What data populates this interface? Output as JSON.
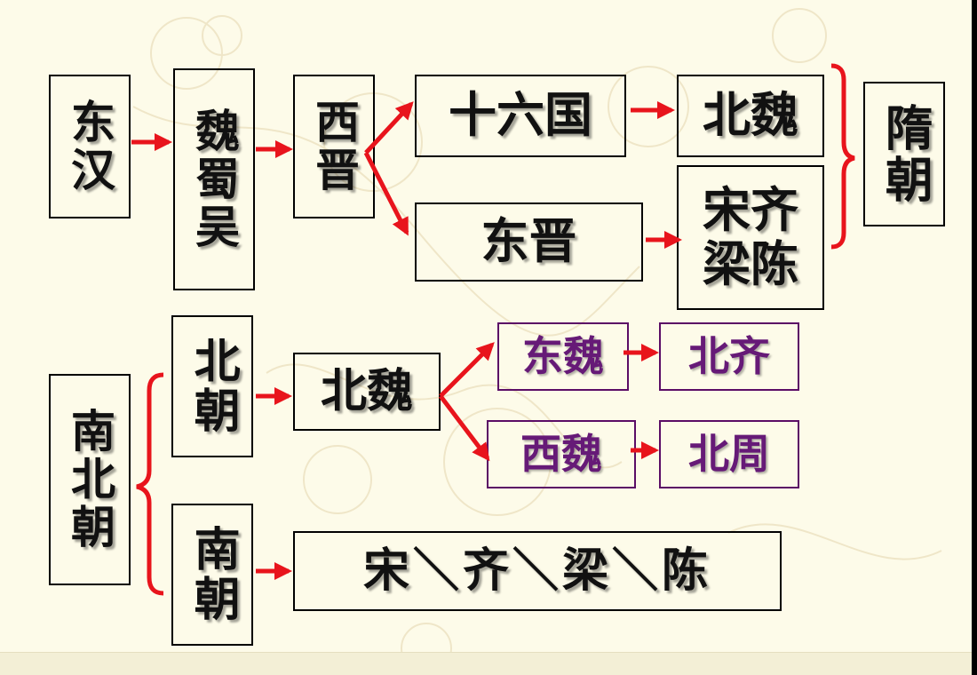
{
  "colors": {
    "background": "#fdfbe9",
    "arrow": "#e8141c",
    "box_border": "#000000",
    "purple": "#661a77"
  },
  "top": {
    "donghan": "东汉",
    "wei_shu_wu": "魏蜀吴",
    "xijin": "西晋",
    "shiliuguo": "十六国",
    "dongjin": "东晋",
    "beiwei": "北魏",
    "song_qi_liang_chen": "宋齐\n梁陈",
    "suichao": "隋朝"
  },
  "bottom": {
    "nanbeichao": "南北朝",
    "beichao": "北朝",
    "nanchao": "南朝",
    "beiwei": "北魏",
    "dongwei": "东魏",
    "beiqi": "北齐",
    "xiwei": "西魏",
    "beizhou": "北周",
    "southern_dynasties": "宋＼齐＼梁＼陈"
  }
}
